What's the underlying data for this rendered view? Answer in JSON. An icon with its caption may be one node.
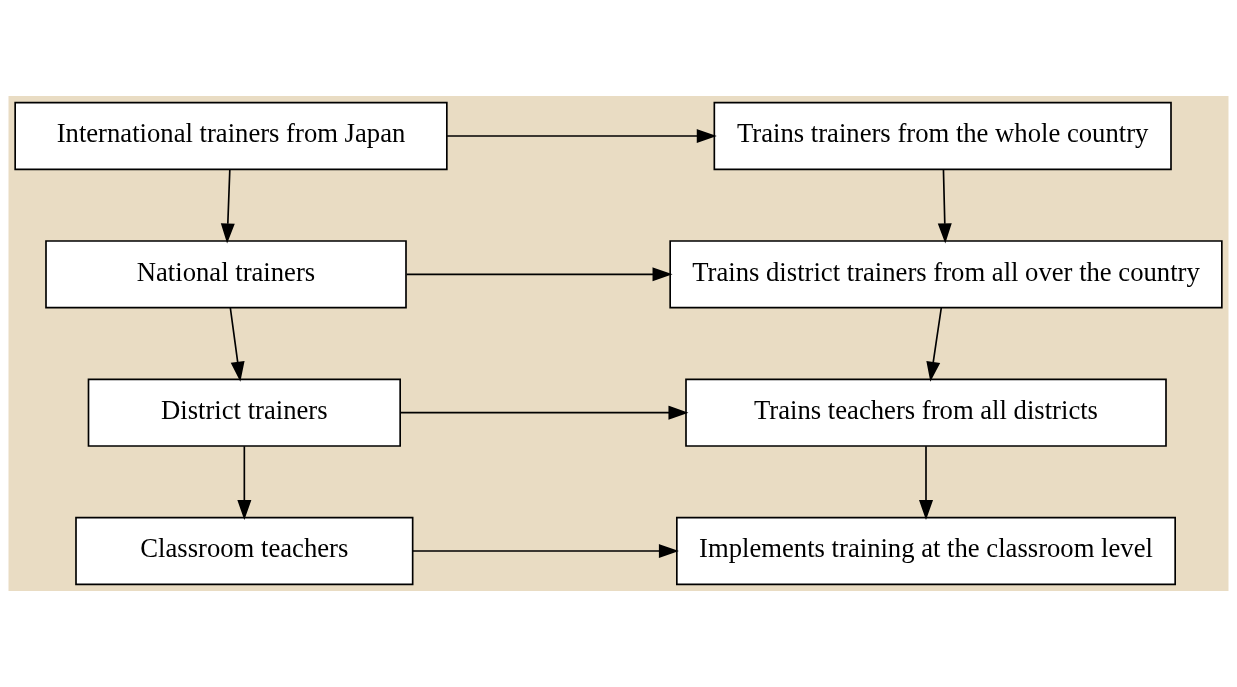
{
  "diagram": {
    "nodes": [
      {
        "text": [
          "International trainers from Japan"
        ]
      },
      {
        "text": [
          "Trains trainers from the whole country"
        ]
      },
      {
        "text": [
          "National trainers"
        ]
      },
      {
        "text": [
          "Trains district trainers from all over the country"
        ]
      },
      {
        "text": [
          "District trainers"
        ]
      },
      {
        "text": [
          "Trains teachers from all districts"
        ]
      },
      {
        "text": [
          "Classroom teachers"
        ]
      },
      {
        "text": [
          "Implements training at the classroom level"
        ]
      }
    ],
    "edges": [
      {
        "from": 0,
        "to": 1,
        "arrow": "to"
      },
      {
        "from": 0,
        "to": 2,
        "arrow": "to"
      },
      {
        "from": 1,
        "to": 3,
        "arrow": "to"
      },
      {
        "from": 2,
        "to": 3,
        "arrow": "to"
      },
      {
        "from": 2,
        "to": 4,
        "arrow": "to"
      },
      {
        "from": 3,
        "to": 5,
        "arrow": "to"
      },
      {
        "from": 4,
        "to": 5,
        "arrow": "to"
      },
      {
        "from": 4,
        "to": 6,
        "arrow": "to"
      },
      {
        "from": 5,
        "to": 7,
        "arrow": "to"
      },
      {
        "from": 6,
        "to": 7,
        "arrow": "to"
      }
    ]
  }
}
